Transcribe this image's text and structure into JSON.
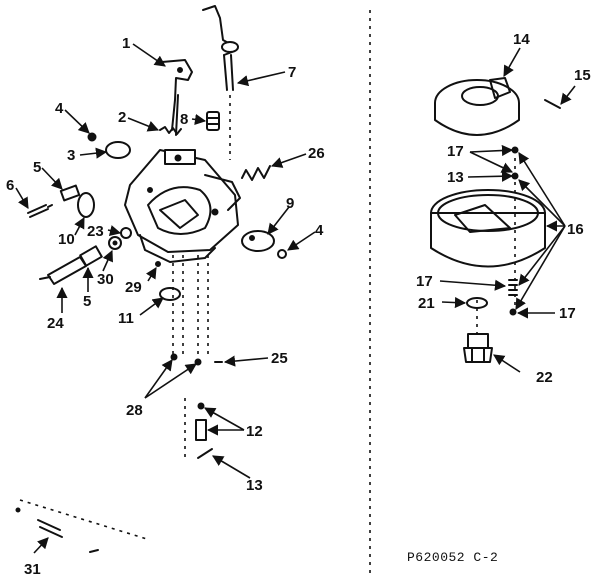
{
  "diagram": {
    "callouts": [
      "1",
      "2",
      "3",
      "4",
      "5",
      "6",
      "7",
      "8",
      "9",
      "4",
      "5",
      "10",
      "11",
      "12",
      "13",
      "14",
      "15",
      "16",
      "17",
      "13",
      "17",
      "17",
      "21",
      "22",
      "23",
      "24",
      "25",
      "26",
      "28",
      "29",
      "30",
      "31"
    ],
    "footer_code": "P620052  C-2"
  }
}
